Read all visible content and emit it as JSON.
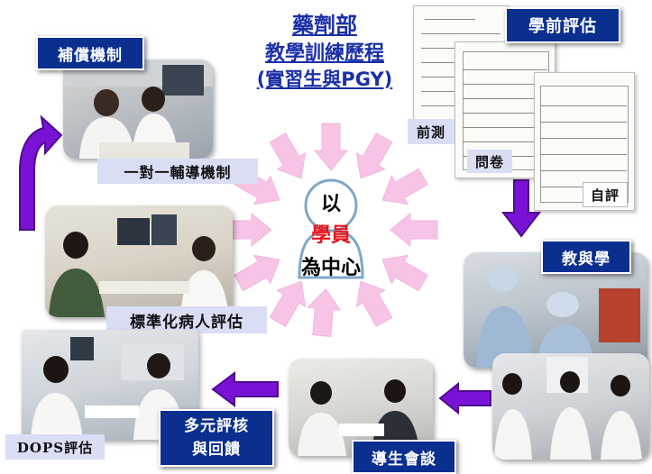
{
  "title": {
    "line1": "藥劑部",
    "line2": "教學訓練歷程",
    "line3": "(實習生與PGY)"
  },
  "center": {
    "line1": "以",
    "line2": "學員",
    "line3": "為中心"
  },
  "stages": {
    "pre_assessment": "學前評估",
    "teach_learn": "教與學",
    "mentor_talk": "導生會談",
    "multi_assessment_line1": "多元評核",
    "multi_assessment_line2": "與回饋",
    "compensation": "補償機制"
  },
  "sublabels": {
    "pretest": "前測",
    "questionnaire": "問卷",
    "self_eval": "自評",
    "dops": "DOPS評估",
    "standardized_patient": "標準化病人評估",
    "one_on_one": "一對一輔導機制"
  },
  "colors": {
    "label_blue": "#0b2f8f",
    "title_blue": "#1a2fa8",
    "arrow_purple": "#7a12d6",
    "center_red": "#e8141e",
    "burst_pink": "#f7c4e6",
    "pale_label": "#d9def4"
  }
}
